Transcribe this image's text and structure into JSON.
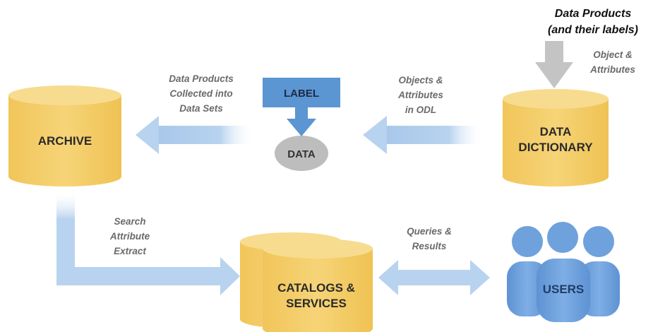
{
  "nodes": {
    "archive": "ARCHIVE",
    "data_dictionary": [
      "DATA",
      "DICTIONARY"
    ],
    "label": "LABEL",
    "data": "DATA",
    "catalogs": [
      "CATALOGS &",
      "SERVICES"
    ],
    "users": "USERS"
  },
  "captions": {
    "data_products_top": [
      "Data Products",
      "(and their labels)"
    ],
    "object_attributes": [
      "Object &",
      "Attributes"
    ],
    "objects_in_odl": [
      "Objects &",
      "Attributes",
      "in ODL"
    ],
    "data_products_collected": [
      "Data Products",
      "Collected into",
      "Data Sets"
    ],
    "search_extract": [
      "Search",
      "Attribute",
      "Extract"
    ],
    "queries_results": [
      "Queries &",
      "Results"
    ]
  },
  "colors": {
    "cylinder_fill": "#f3cd6a",
    "cylinder_top": "#f7dc8f",
    "arrow_blue": "#b8d3ef",
    "label_box": "#5b95d2",
    "data_ellipse": "#bdbdbd",
    "users_blue": "#6fa1dc",
    "gray_arrow": "#c4c4c4"
  }
}
